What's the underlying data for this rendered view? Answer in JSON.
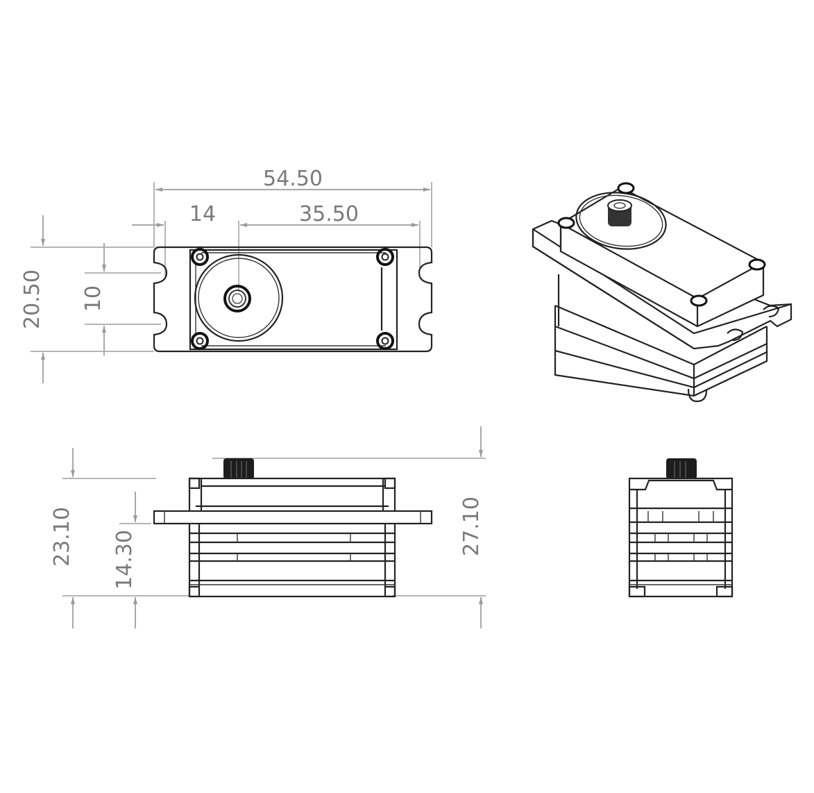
{
  "drawing": {
    "units": "mm",
    "top_view": {
      "overall_length": "54.50",
      "shaft_offset": "14",
      "shaft_to_mount_hole": "35.50",
      "overall_width": "20.50",
      "mount_hole_spacing": "10"
    },
    "front_view": {
      "body_height": "23.10",
      "flange_height": "14.30",
      "total_height": "27.10"
    },
    "views": [
      "top-view",
      "isometric-view",
      "front-view",
      "side-view"
    ]
  },
  "colors": {
    "line": "#222222",
    "dimension": "#a8a8a8",
    "dimension_text": "#7a7a7a",
    "background": "#ffffff"
  }
}
